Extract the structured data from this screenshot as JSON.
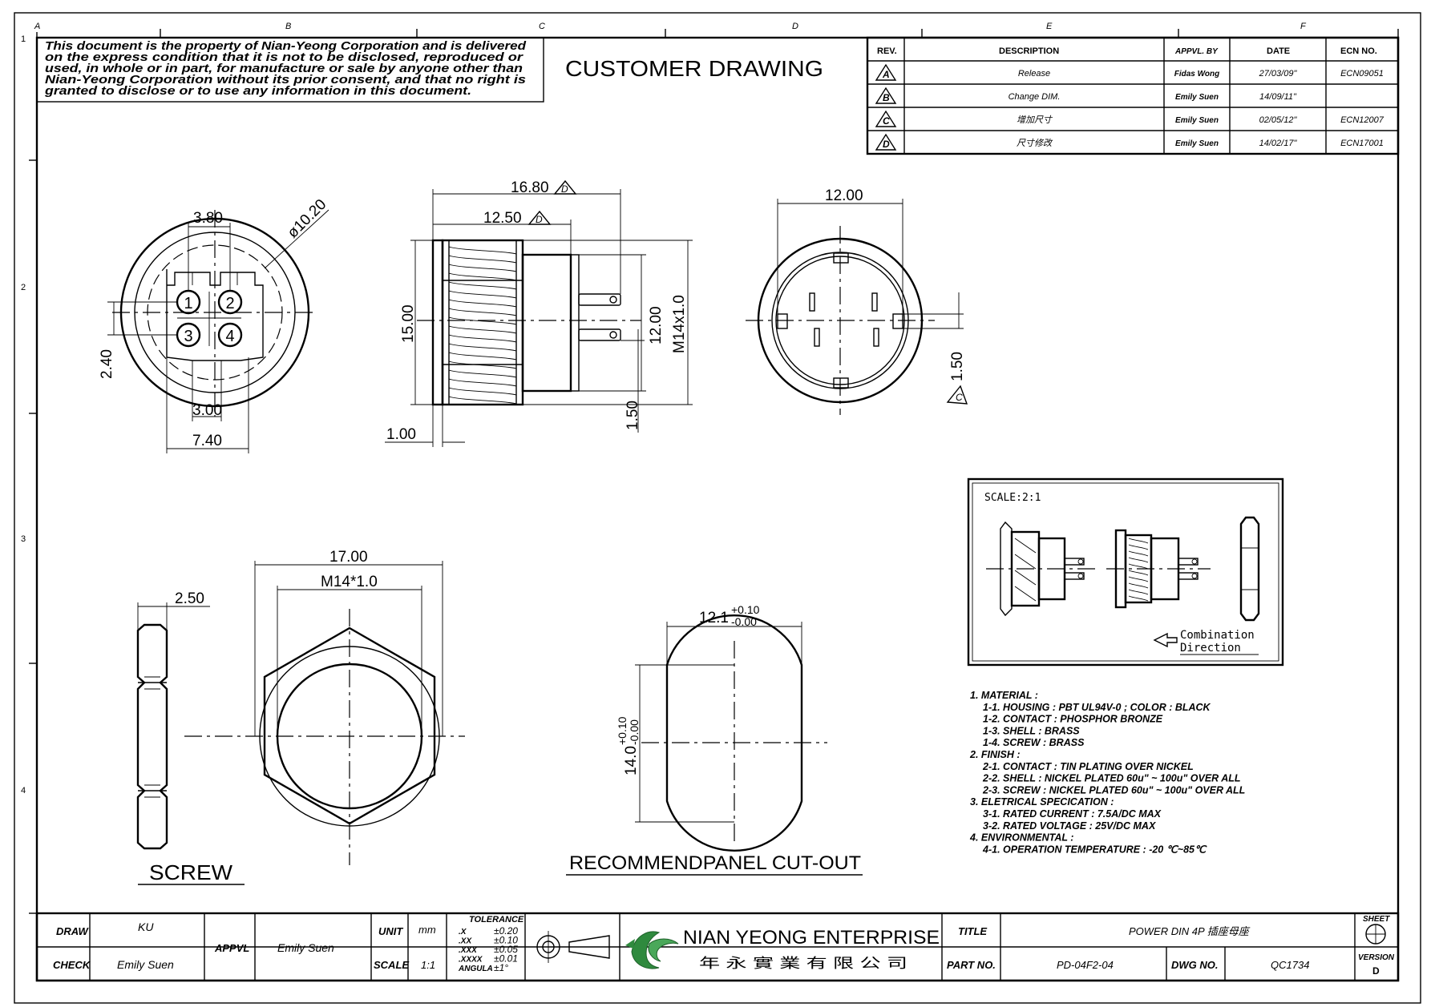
{
  "notice": [
    "This document is the property of Nian-Yeong Corporation and is delivered",
    "on the express condition that it is not to be disclosed, reproduced or",
    "used, in whole or in part, for manufacture or sale by anyone other than",
    "Nian-Yeong Corporation without its prior consent, and that no right is",
    "granted to disclose or to use any information in this document."
  ],
  "drawing_title": "CUSTOMER DRAWING",
  "grid": {
    "columns": [
      "A",
      "B",
      "C",
      "D",
      "E",
      "F"
    ],
    "rows": [
      "1",
      "2",
      "3",
      "4"
    ]
  },
  "revision_table": {
    "headers": [
      "REV.",
      "DESCRIPTION",
      "APPVL. BY",
      "DATE",
      "ECN NO."
    ],
    "rows": [
      {
        "rev": "A",
        "description": "Release",
        "by": "Fidas Wong",
        "date": "27/03/09\"",
        "ecn": "ECN09051"
      },
      {
        "rev": "B",
        "description": "Change DIM.",
        "by": "Emily Suen",
        "date": "14/09/11\"",
        "ecn": ""
      },
      {
        "rev": "C",
        "description": "增加尺寸",
        "by": "Emily Suen",
        "date": "02/05/12\"",
        "ecn": "ECN12007"
      },
      {
        "rev": "D",
        "description": "尺寸修改",
        "by": "Emily Suen",
        "date": "14/02/17\"",
        "ecn": "ECN17001"
      }
    ]
  },
  "dims": {
    "front_top": "3.80",
    "front_dia": "ø10.20",
    "front_left": "2.40",
    "front_bottom_inner": "3.00",
    "front_bottom": "7.40",
    "side_overall": "16.80",
    "side_body": "12.50",
    "side_height": "15.00",
    "side_inner": "12.00",
    "side_thread": "M14x1.0",
    "side_flange": "1.00",
    "side_pin": "1.50",
    "rear_width": "12.00",
    "rear_pin": "1.50",
    "screw_thickness": "2.50",
    "screw_width": "17.00",
    "screw_thread": "M14*1.0",
    "cut_width": "12.1",
    "cut_width_tol_plus": "+0.10",
    "cut_width_tol_minus": "-0.00",
    "cut_height": "14.0",
    "cut_height_tol_plus": "+0.10",
    "cut_height_tol_minus": "-0.00"
  },
  "rev_markers": {
    "side_overall": "D",
    "side_body": "D",
    "rear_pin": "C"
  },
  "pin_numbers": [
    "1",
    "2",
    "3",
    "4"
  ],
  "view_labels": {
    "screw": "SCREW",
    "cutout": "RECOMMENDPANEL CUT-OUT"
  },
  "scale_box": {
    "label": "SCALE:2:1",
    "combination": "Combination",
    "direction": "Direction"
  },
  "notes": [
    "1. MATERIAL :",
    "1-1. HOUSING : PBT UL94V-0 ; COLOR : BLACK",
    "1-2. CONTACT : PHOSPHOR BRONZE",
    "1-3. SHELL : BRASS",
    "1-4. SCREW : BRASS",
    "2. FINISH :",
    "2-1. CONTACT : TIN PLATING OVER NICKEL",
    "2-2. SHELL : NICKEL PLATED 60u\" ~ 100u\" OVER ALL",
    "2-3. SCREW : NICKEL PLATED 60u\" ~ 100u\" OVER ALL",
    "3. ELETRICAL SPECICATION :",
    "3-1. RATED CURRENT : 7.5A/DC MAX",
    "3-2. RATED VOLTAGE : 25V/DC MAX",
    "4. ENVIRONMENTAL :",
    "4-1. OPERATION TEMPERATURE : -20 ℃~85℃"
  ],
  "title_block": {
    "draw_label": "DRAW",
    "draw_value": "KU",
    "check_label": "CHECK",
    "check_value": "Emily Suen",
    "appvl_label": "APPVL",
    "appvl_value": "Emily Suen",
    "unit_label": "UNIT",
    "unit_value": "mm",
    "scale_label": "SCALE",
    "scale_value": "1:1",
    "tolerance_label": "TOLERANCE",
    "tolerances": [
      {
        "k": ".X",
        "v": "±0.20"
      },
      {
        "k": ".XX",
        "v": "±0.10"
      },
      {
        "k": ".XXX",
        "v": "±0.05"
      },
      {
        "k": ".XXXX",
        "v": "±0.01"
      },
      {
        "k": "ANGULA",
        "v": "±1°"
      }
    ],
    "company": "NIAN YEONG ENTERPRISE",
    "company_cn": "年 永 實 業 有 限 公 司",
    "title_label": "TITLE",
    "title_value": "POWER DIN 4P 插座母座",
    "part_label": "PART NO.",
    "part_value": "PD-04F2-04",
    "dwg_label": "DWG NO.",
    "dwg_value": "QC1734",
    "sheet_label": "SHEET",
    "version_label": "VERSION",
    "version_value": "D"
  }
}
